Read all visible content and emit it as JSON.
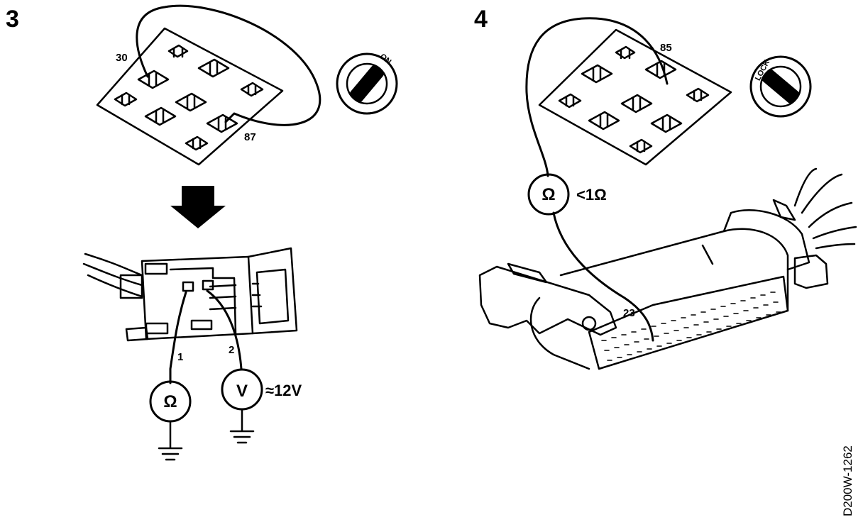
{
  "panel_left": {
    "step_number": "3",
    "relay_pins": {
      "top_left": "30",
      "bottom_right": "87"
    },
    "ignition_position": "ON",
    "connector_pins": {
      "left": "1",
      "right": "2"
    },
    "meter_ohm_symbol": "Ω",
    "meter_volt_symbol": "V",
    "voltage_reading": "≈12V"
  },
  "panel_right": {
    "step_number": "4",
    "relay_pin": "85",
    "ignition_position": "LOCK",
    "meter_ohm_symbol": "Ω",
    "resistance_reading": "<1Ω",
    "ecu_pin": "23"
  },
  "figure_code": "D200W-1262"
}
